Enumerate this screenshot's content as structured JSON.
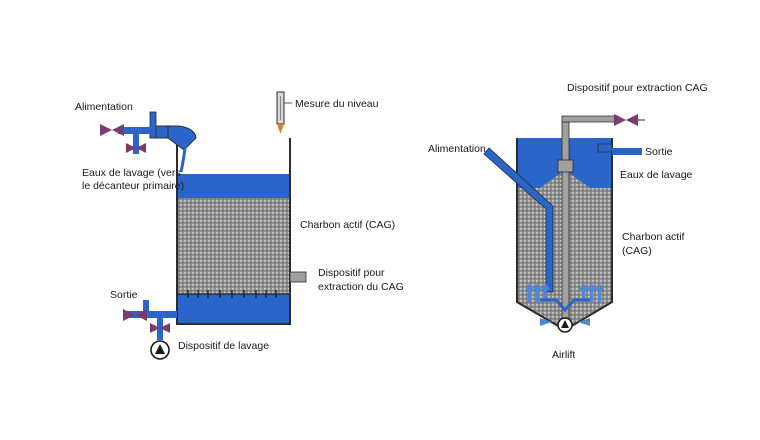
{
  "left_filter": {
    "alimentation": "Alimentation",
    "eaux_lavage_line1": "Eaux de lavage (vers",
    "eaux_lavage_line2": "le décanteur primaire)",
    "mesure_niveau": "Mesure du niveau",
    "charbon_actif": "Charbon actif (CAG)",
    "dispositif_extraction_line1": "Dispositif pour",
    "dispositif_extraction_line2": "extraction du CAG",
    "sortie": "Sortie",
    "dispositif_lavage": "Dispositif de lavage"
  },
  "right_filter": {
    "dispositif_extraction": "Dispositif pour extraction CAG",
    "alimentation": "Alimentation",
    "sortie": "Sortie",
    "eaux_lavage": "Eaux de lavage",
    "charbon_actif_line1": "Charbon actif",
    "charbon_actif_line2": "(CAG)",
    "airlift": "Airlift"
  },
  "colors": {
    "water": "#2a66c9",
    "pipe": "#2a66c9",
    "valve": "#7a3b6e",
    "carbon": "#8d8d8d",
    "outline": "#2c2c2c",
    "steel": "#a0a0a0"
  }
}
